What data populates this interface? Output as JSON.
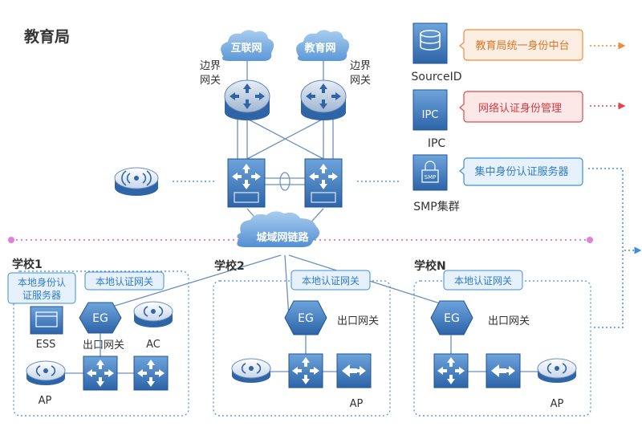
{
  "title": "教育局",
  "clouds": {
    "internet": "互联网",
    "edu_net": "教育网"
  },
  "gateway_left": [
    "边界",
    "网关"
  ],
  "gateway_right": [
    "边界",
    "网关"
  ],
  "metro_link": "城域网链路",
  "platforms": [
    {
      "icon": "database-icon",
      "name": "SourceID",
      "callout": "教育局统一身份中台",
      "color": "#f08a3c",
      "fill": "#fdeee3"
    },
    {
      "icon": "ipc-icon",
      "icon_text": "IPC",
      "name": "IPC",
      "callout": "网络认证身份管理",
      "color": "#e0474c",
      "fill": "#fde8e8"
    },
    {
      "icon": "smp-server-icon",
      "icon_text": "SMP",
      "name": "SMP集群",
      "callout": "集中身份认证服务器",
      "color": "#3e8fd8",
      "fill": "#e6f1fb"
    }
  ],
  "schools": [
    {
      "name": "学校1",
      "auth_gateway": "本地认证网关",
      "auth_server": [
        "本地身份认",
        "证服务器"
      ],
      "ess": "ESS",
      "eg": "EG",
      "egress": "出口网关",
      "ac": "AC",
      "ap": "AP"
    },
    {
      "name": "学校2",
      "auth_gateway": "本地认证网关",
      "eg": "EG",
      "egress": "出口网关",
      "ap": "AP"
    },
    {
      "name": "学校N",
      "auth_gateway": "本地认证网关",
      "eg": "EG",
      "egress": "出口网关",
      "ap": "AP"
    }
  ],
  "colors": {
    "device": "#2f6fb3",
    "device_light": "#5c98d6",
    "line": "#4a7fc0",
    "dotted": "#e080d8",
    "box": "#3e8fd8"
  }
}
